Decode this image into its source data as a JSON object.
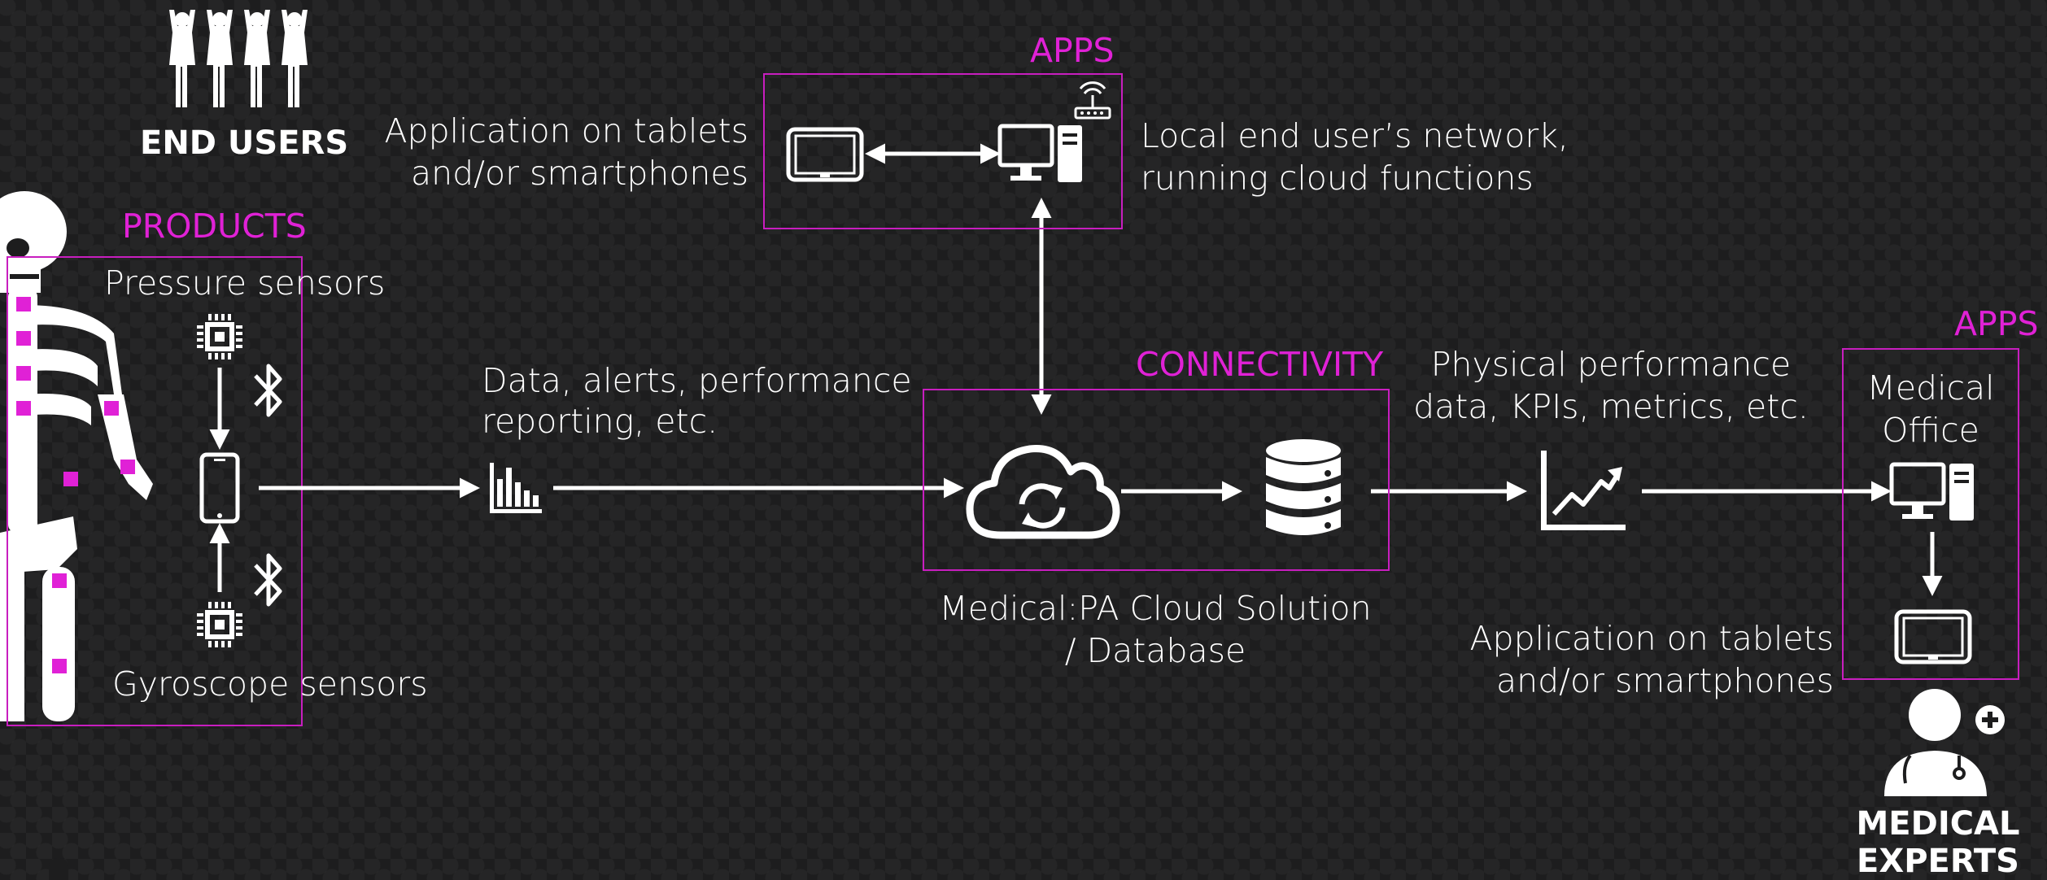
{
  "end_users": {
    "label": "END USERS"
  },
  "products": {
    "title": "PRODUCTS",
    "pressure": "Pressure sensors",
    "gyroscope": "Gyroscope sensors"
  },
  "data_flow": {
    "line1": "Data, alerts, performance",
    "line2": "reporting, etc."
  },
  "apps_top": {
    "title": "APPS",
    "left_line1": "Application on tablets",
    "left_line2": "and/or smartphones",
    "right_line1": "Local end user’s network,",
    "right_line2": "running cloud functions"
  },
  "connectivity": {
    "title": "CONNECTIVITY",
    "caption_line1": "Medical:PA Cloud Solution",
    "caption_line2": "/ Database"
  },
  "performance": {
    "line1": "Physical performance",
    "line2": "data, KPIs, metrics, etc."
  },
  "apps_right": {
    "title": "APPS",
    "office_line1": "Medical",
    "office_line2": "Office",
    "app_line1": "Application on tablets",
    "app_line2": "and/or smartphones"
  },
  "medical_experts": {
    "line1": "MEDICAL",
    "line2": "EXPERTS"
  },
  "colors": {
    "accent": "#e021d6",
    "background": "#1d1d1e",
    "foreground": "#ffffff"
  },
  "icons": [
    "people-group-icon",
    "skeleton-icon",
    "chip-icon",
    "bluetooth-icon",
    "smartphone-icon",
    "bar-chart-icon",
    "tablet-icon",
    "desktop-computer-icon",
    "router-icon",
    "cloud-sync-icon",
    "database-icon",
    "line-chart-icon",
    "doctor-icon"
  ]
}
